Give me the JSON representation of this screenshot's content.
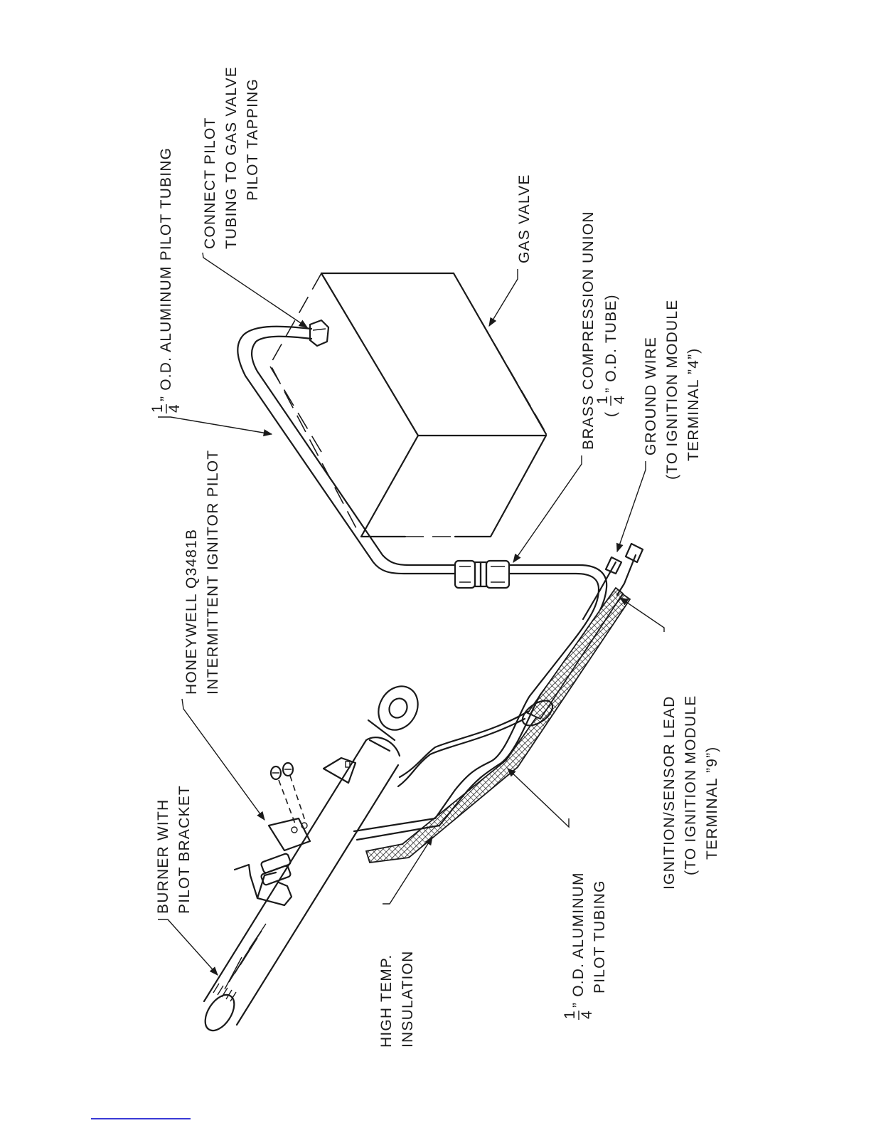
{
  "colors": {
    "ink": "#1a1a1a",
    "paper": "#ffffff",
    "footer_link": "#3a3ad6"
  },
  "labels": {
    "pilot_tubing_top": {
      "fraction_num": "1",
      "fraction_den": "4",
      "text": "” O.D. ALUMINUM PILOT TUBING"
    },
    "connect_pilot": [
      "CONNECT PILOT",
      "TUBING TO GAS VALVE",
      "PILOT TAPPING"
    ],
    "gas_valve": "GAS VALVE",
    "brass_union": {
      "line1": "BRASS COMPRESSION UNION",
      "line2_pre": "(",
      "fraction_num": "1",
      "fraction_den": "4",
      "line2_post": "” O.D. TUBE)"
    },
    "ground_wire": [
      "GROUND WIRE",
      "(TO IGNITION MODULE",
      "TERMINAL ”4”)"
    ],
    "honeywell": [
      "HONEYWELL Q3481B",
      "INTERMITTENT IGNITOR PILOT"
    ],
    "burner": [
      "BURNER WITH",
      "PILOT BRACKET"
    ],
    "ignition_lead": [
      "IGNITION/SENSOR LEAD",
      "(TO IGNITION MODULE",
      "TERMINAL ”9”)"
    ],
    "high_temp": [
      "HIGH TEMP.",
      "INSULATION"
    ],
    "pilot_tubing_bottom": {
      "fraction_num": "1",
      "fraction_den": "4",
      "line1": "” O.D. ALUMINUM",
      "line2": "PILOT TUBING"
    }
  }
}
